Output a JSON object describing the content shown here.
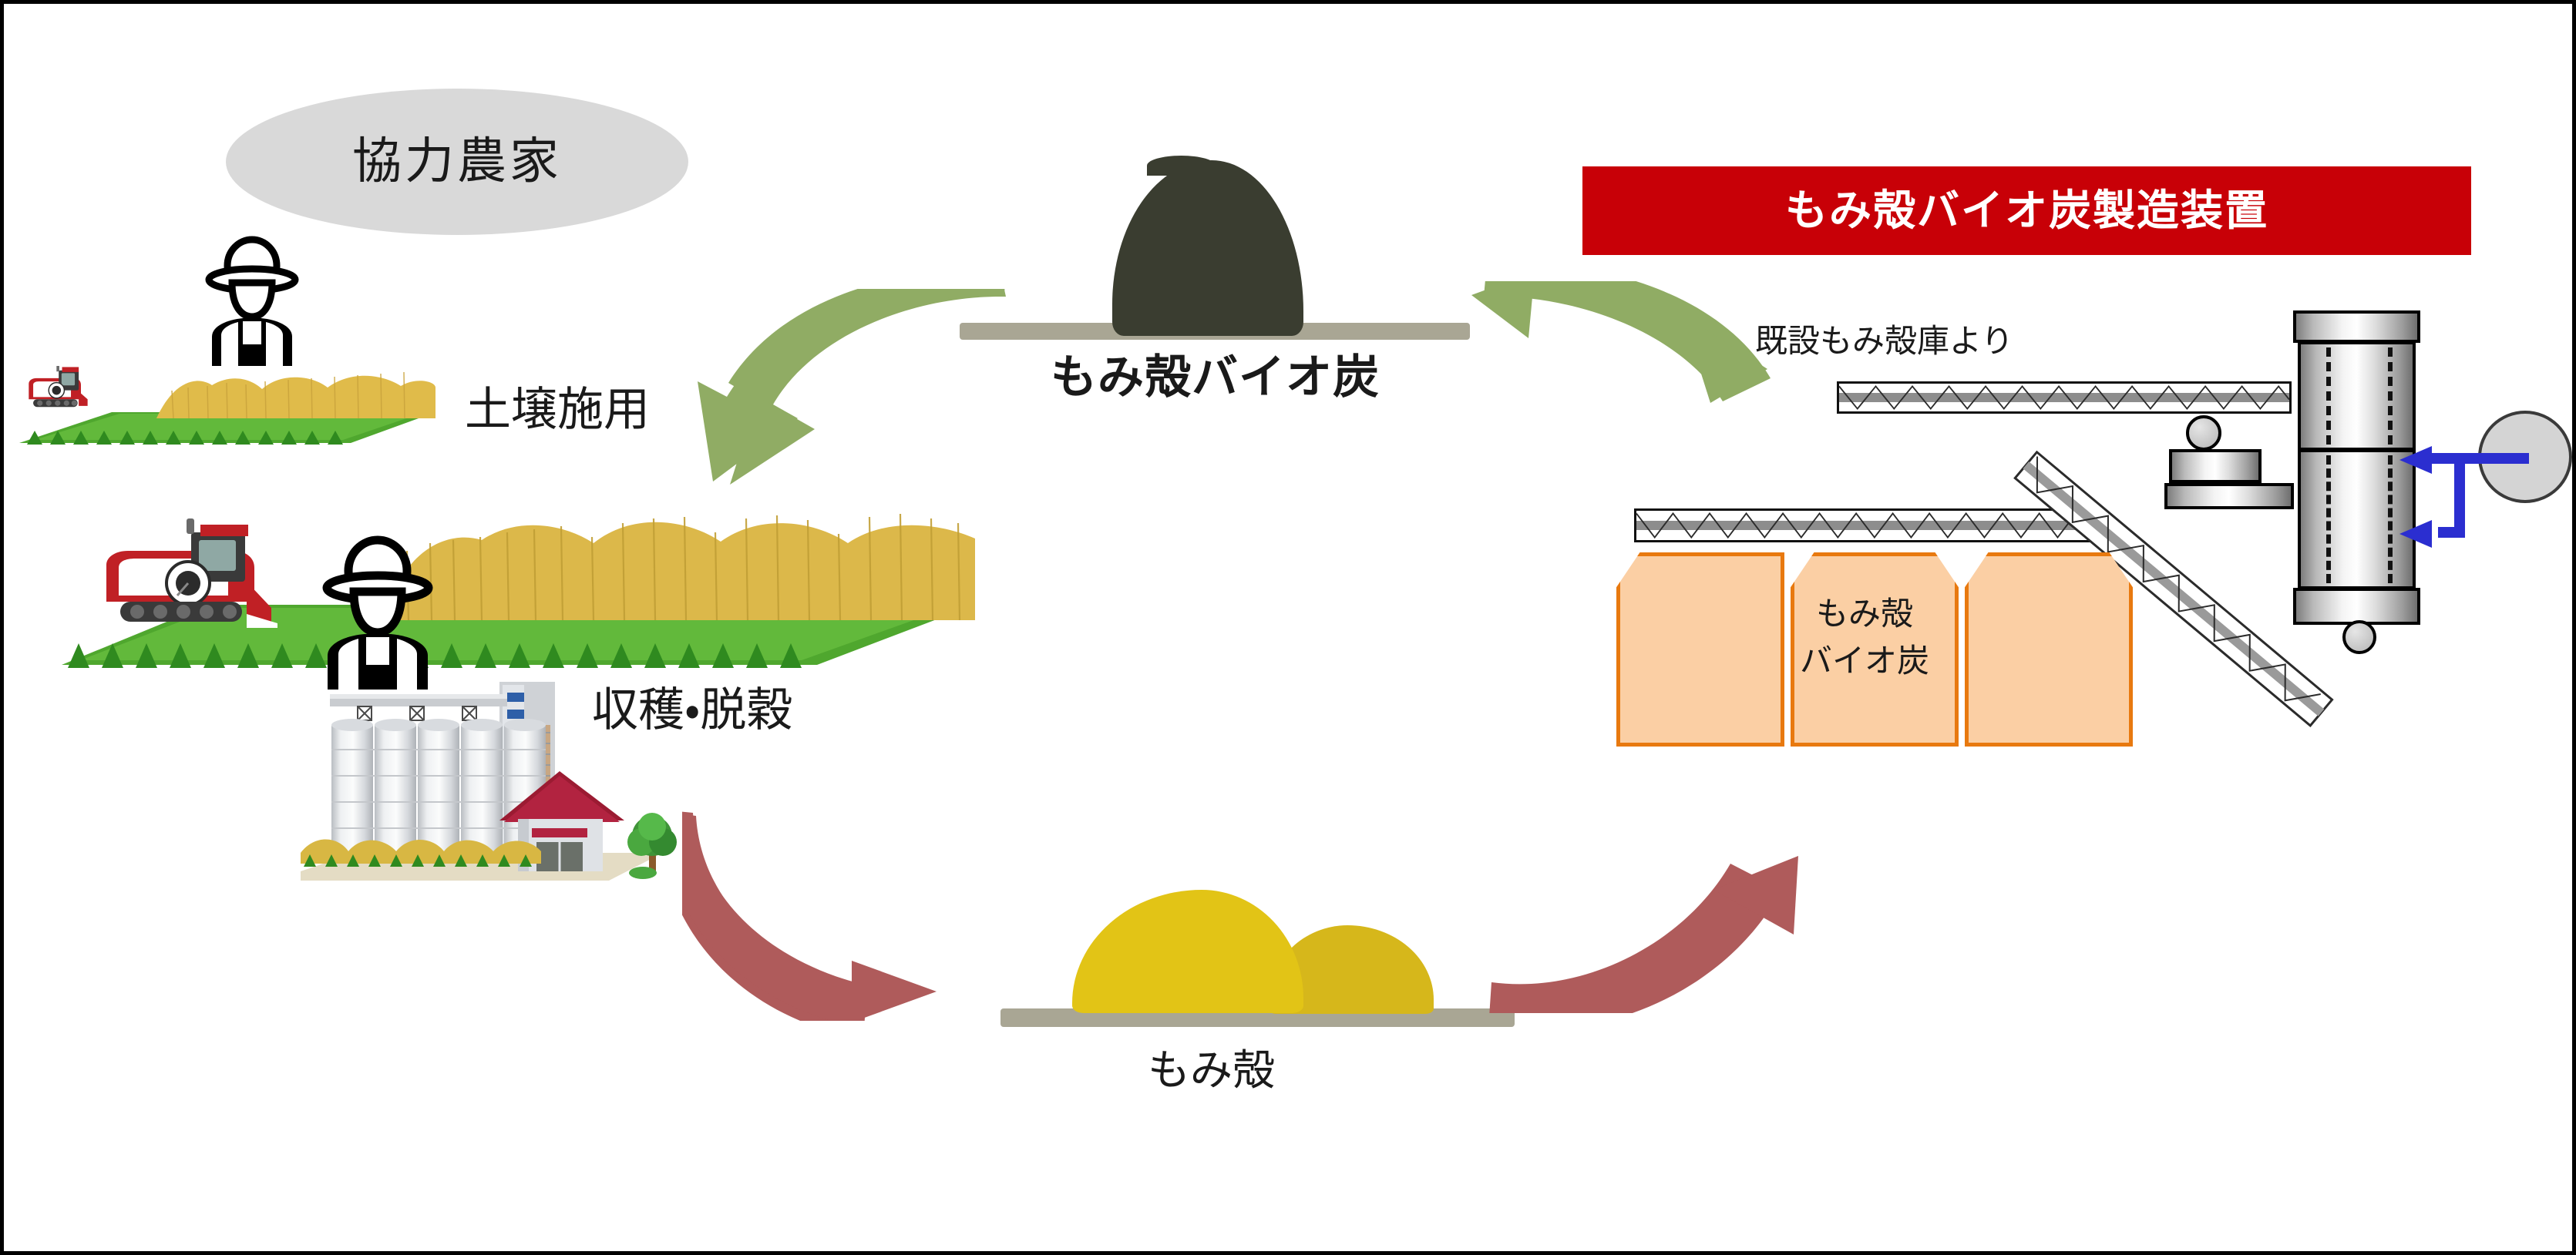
{
  "diagram": {
    "title_banner": "もみ殻バイオ炭製造装置",
    "farmers_group": "協力農家",
    "labels": {
      "soil_application": "土壌施用",
      "harvest_threshing": "収穫・脱穀",
      "biochar_pile": "もみ殻バイオ炭",
      "husk_pile": "もみ殻",
      "from_existing_store": "既設もみ殻庫より",
      "bag_line1": "もみ殻",
      "bag_line2": "バイオ炭"
    },
    "colors": {
      "banner_red": "#c80007",
      "green_arrow": "#90ac64",
      "red_arrow": "#af5b5b",
      "biochar_black": "#3a3d30",
      "husk_yellow": "#e2c416",
      "bag_fill": "#fbcfa4",
      "bag_stroke": "#e8790f",
      "blue_arrow": "#2b2ed0",
      "ellipse_gray": "#d9d9d9",
      "ground_gray": "#a9a694"
    },
    "icons": {
      "farmer": "farmer-icon",
      "combine": "combine-harvester-icon",
      "silo": "grain-silo-icon",
      "barn": "barn-icon",
      "tree": "tree-icon",
      "screw_conveyor": "screw-conveyor-icon",
      "reactor": "pyrolysis-reactor-icon",
      "blower": "blower-fan-icon",
      "bag": "biochar-bag-icon"
    },
    "flow_arrows": [
      {
        "name": "biochar-to-field",
        "direction": "left-down",
        "color": "#90ac64"
      },
      {
        "name": "equipment-to-biochar",
        "direction": "up-left",
        "color": "#90ac64"
      },
      {
        "name": "farm-to-husk",
        "direction": "right-down",
        "color": "#af5b5b"
      },
      {
        "name": "husk-to-equipment",
        "direction": "up-right",
        "color": "#af5b5b"
      }
    ],
    "bag_count": 3,
    "silo_count": 5,
    "field_scene_count": 2
  }
}
